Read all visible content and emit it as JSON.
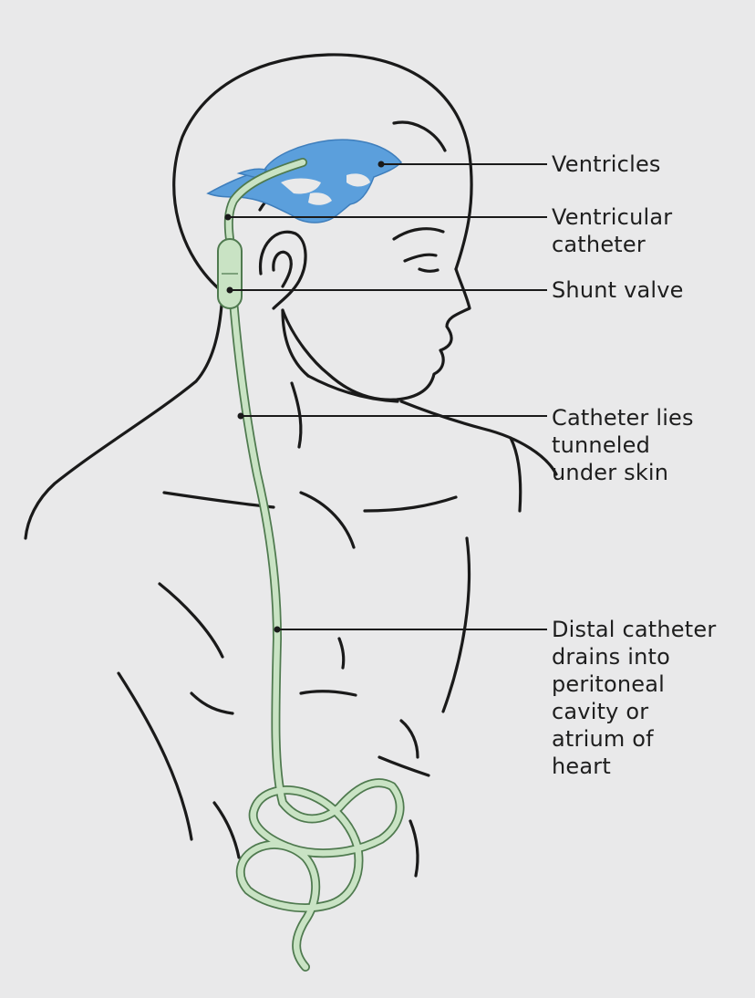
{
  "colors": {
    "background": "#e9e9ea",
    "outline": "#1a1a1a",
    "ventricles": "#5b9fdc",
    "catheter": "#c9e3c4"
  },
  "labels": {
    "ventricles": [
      "Ventricles"
    ],
    "ventricular_catheter": [
      "Ventricular",
      "catheter"
    ],
    "shunt_valve": [
      "Shunt valve"
    ],
    "tunneled": [
      "Catheter lies",
      "tunneled",
      "under skin"
    ],
    "distal": [
      "Distal catheter",
      "drains into",
      "peritoneal",
      "cavity or",
      "atrium of",
      "heart"
    ]
  }
}
